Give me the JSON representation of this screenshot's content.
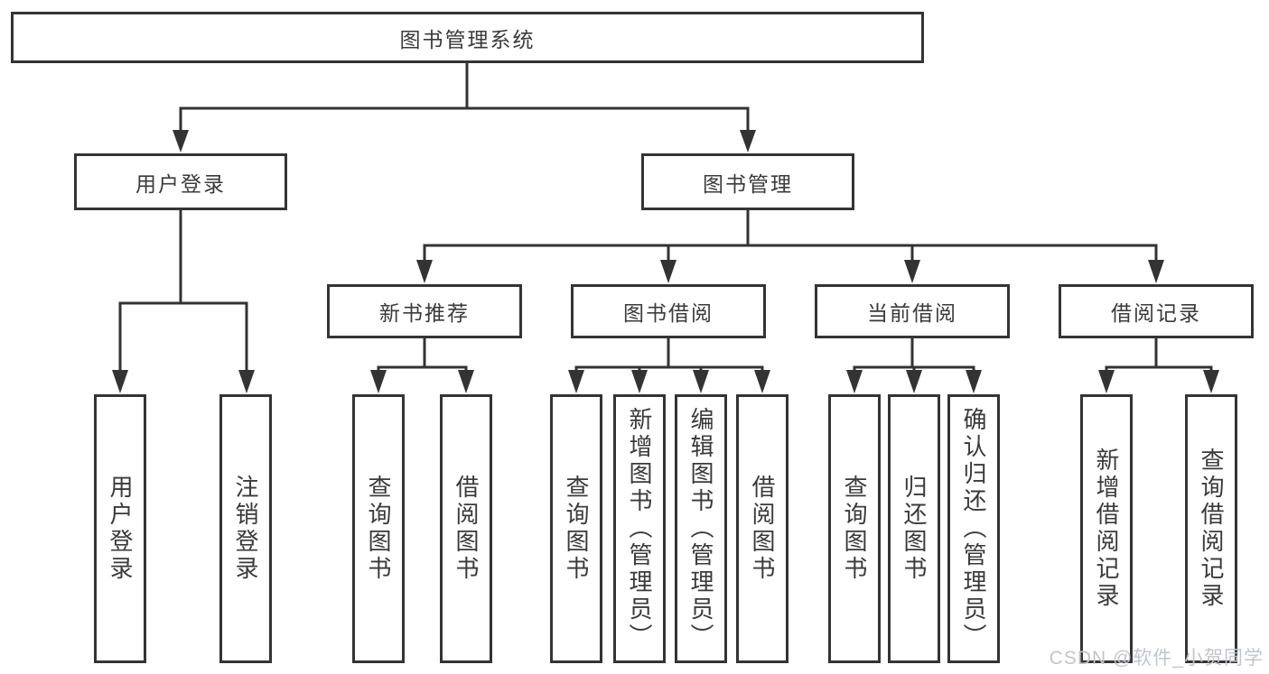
{
  "tree": {
    "label": "图书管理系统",
    "children": [
      {
        "label": "用户登录",
        "children": [
          {
            "label": "用户登录"
          },
          {
            "label": "注销登录"
          }
        ]
      },
      {
        "label": "图书管理",
        "children": [
          {
            "label": "新书推荐",
            "children": [
              {
                "label": "查询图书"
              },
              {
                "label": "借阅图书"
              }
            ]
          },
          {
            "label": "图书借阅",
            "children": [
              {
                "label": "查询图书"
              },
              {
                "label": "新增图书（管理员）"
              },
              {
                "label": "编辑图书（管理员）"
              },
              {
                "label": "借阅图书"
              }
            ]
          },
          {
            "label": "当前借阅",
            "children": [
              {
                "label": "查询图书"
              },
              {
                "label": "归还图书"
              },
              {
                "label": "确认归还（管理员）"
              }
            ]
          },
          {
            "label": "借阅记录",
            "children": [
              {
                "label": "新增借阅记录"
              },
              {
                "label": "查询借阅记录"
              }
            ]
          }
        ]
      }
    ]
  },
  "watermark": {
    "text": "CSDN @软件_小贺同学"
  },
  "colors": {
    "line": "#333333",
    "text": "#3a3a3a",
    "box_background": "#ffffff",
    "watermark": "#c2c5c9"
  }
}
